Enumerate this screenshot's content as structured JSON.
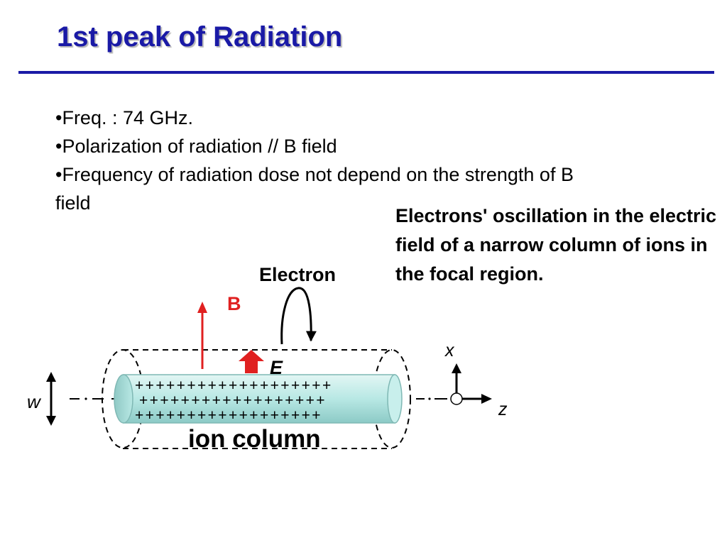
{
  "slide": {
    "title": "1st peak of Radiation"
  },
  "bullets": [
    {
      "text": "•Freq. : 74 GHz."
    },
    {
      "text": "•Polarization of radiation // B field"
    },
    {
      "text": "•Frequency of radiation dose not depend on the strength of B field"
    }
  ],
  "caption": "Electrons' oscillation in the electric field of a narrow column of ions in the focal region.",
  "diagram": {
    "electron_label": "Electron",
    "b_label": "B",
    "e_label": "E",
    "w_label": "w",
    "x_label": "x",
    "z_label": "z",
    "column_label": "ion column",
    "plus_row_top": "+++++++++++++++++++",
    "plus_row_middle": "++++++++++++++++++",
    "plus_row_bottom": "++++++++++++++++++"
  },
  "colors": {
    "title": "#1a1aa6",
    "rule": "#1a1aa6",
    "b_field": "#e02020",
    "e_field": "#e02020",
    "ion_column_fill": "#b8e8e4",
    "ion_column_edge": "#7fb8b4"
  }
}
